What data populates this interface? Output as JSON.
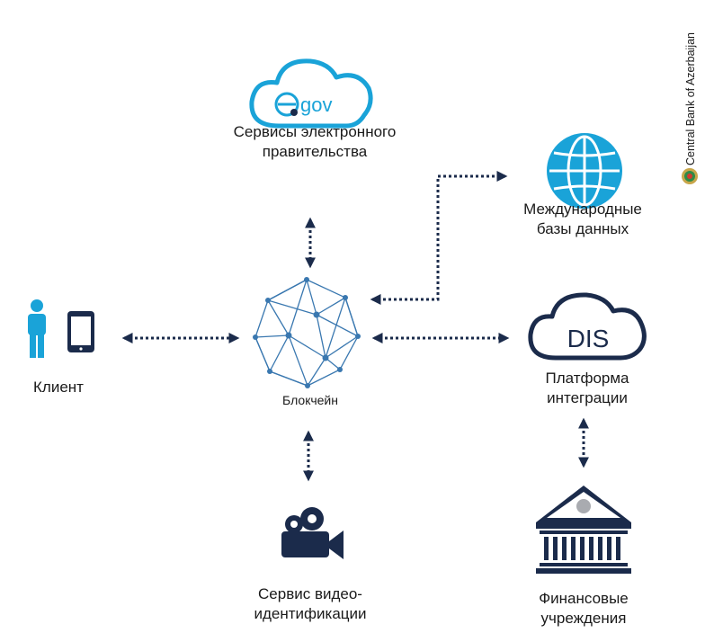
{
  "nodes": {
    "egov": {
      "logo_text": "gov",
      "label_line1": "Сервисы электронного",
      "label_line2": "правительства"
    },
    "international": {
      "label_line1": "Международные",
      "label_line2": "базы данных"
    },
    "client": {
      "label": "Клиент"
    },
    "blockchain": {
      "label": "Блокчейн"
    },
    "dis": {
      "logo_text": "DIS",
      "label_line1": "Платформа",
      "label_line2": "интеграции"
    },
    "video": {
      "label_line1": "Сервис видео-",
      "label_line2": "идентификации"
    },
    "finance": {
      "label_line1": "Финансовые",
      "label_line2": "учреждения"
    }
  },
  "watermark": {
    "text": "Central Bank of Azerbaijan"
  },
  "colors": {
    "navy": "#1b2b4b",
    "teal": "#1aa3d8",
    "blockchain": "#3a78b0"
  }
}
